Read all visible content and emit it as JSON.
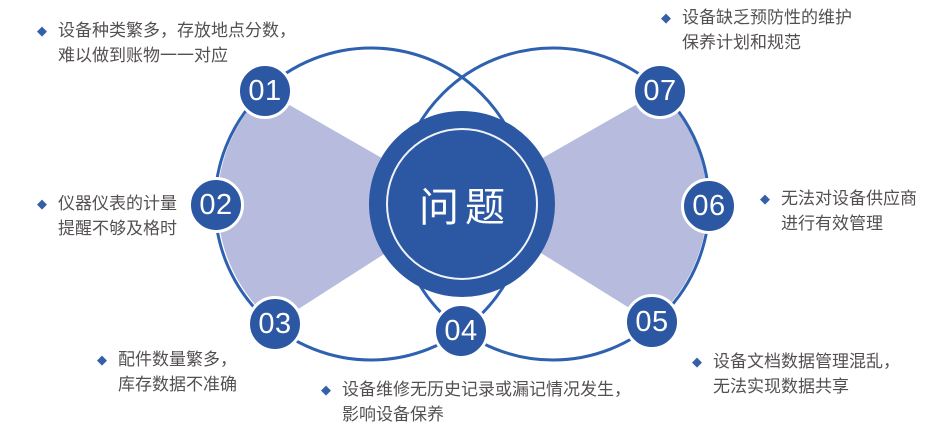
{
  "center": {
    "label": "问题"
  },
  "icons": {
    "bullet": "◆"
  },
  "nodes": [
    {
      "number": "01",
      "lines": [
        "设备种类繁多，存放地点分数，",
        "难以做到账物一一对应"
      ]
    },
    {
      "number": "02",
      "lines": [
        "仪器仪表的计量",
        "提醒不够及格时"
      ]
    },
    {
      "number": "03",
      "lines": [
        "配件数量繁多，",
        "库存数据不准确"
      ]
    },
    {
      "number": "04",
      "lines": [
        "设备维修无历史记录或漏记情况发生，",
        "影响设备保养"
      ]
    },
    {
      "number": "05",
      "lines": [
        "设备文档数据管理混乱，",
        "无法实现数据共享"
      ]
    },
    {
      "number": "06",
      "lines": [
        "无法对设备供应商",
        "进行有效管理"
      ]
    },
    {
      "number": "07",
      "lines": [
        "设备缺乏预防性的维护",
        "保养计划和规范"
      ]
    }
  ],
  "colors": {
    "primary_blue": "#2b57a3",
    "arc_blue": "#2e61af",
    "lavender": "#b7bbdd",
    "text_gray": "#545051",
    "bullet_blue": "#3560a8",
    "white": "#ffffff"
  }
}
